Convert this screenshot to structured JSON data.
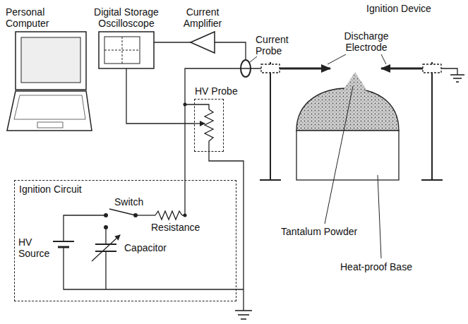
{
  "diagram": {
    "nodes": [
      {
        "text": [
          "Personal Computer"
        ]
      },
      {
        "text": [
          "Digital Storage Oscilloscope"
        ]
      },
      {
        "text": [
          "Current Amplifier"
        ]
      },
      {
        "text": [
          "HV Probe"
        ]
      },
      {
        "text": [
          "Ignition Circuit"
        ]
      }
    ],
    "edges": [
      {
        "from": 1,
        "to": 2,
        "arrow": "none"
      },
      {
        "from": 1,
        "to": 3,
        "arrow": "none"
      }
    ],
    "labels": [
      "Ignition Device",
      "Current Probe",
      "Discharge Electrode",
      "Tantalum Powder",
      "Heat-proof Base",
      "Switch",
      "Resistance",
      "HV Source",
      "Capacitor"
    ]
  }
}
